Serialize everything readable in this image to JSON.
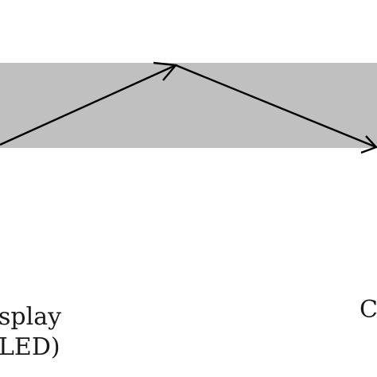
{
  "labels": {
    "left_line_1": "splay",
    "left_line_2": "LED)",
    "right_line_1": "C"
  },
  "colors": {
    "waveguide_band": "#c0c0c0",
    "ray": "#000000",
    "background": "#ffffff",
    "text": "#1a1a1a"
  }
}
